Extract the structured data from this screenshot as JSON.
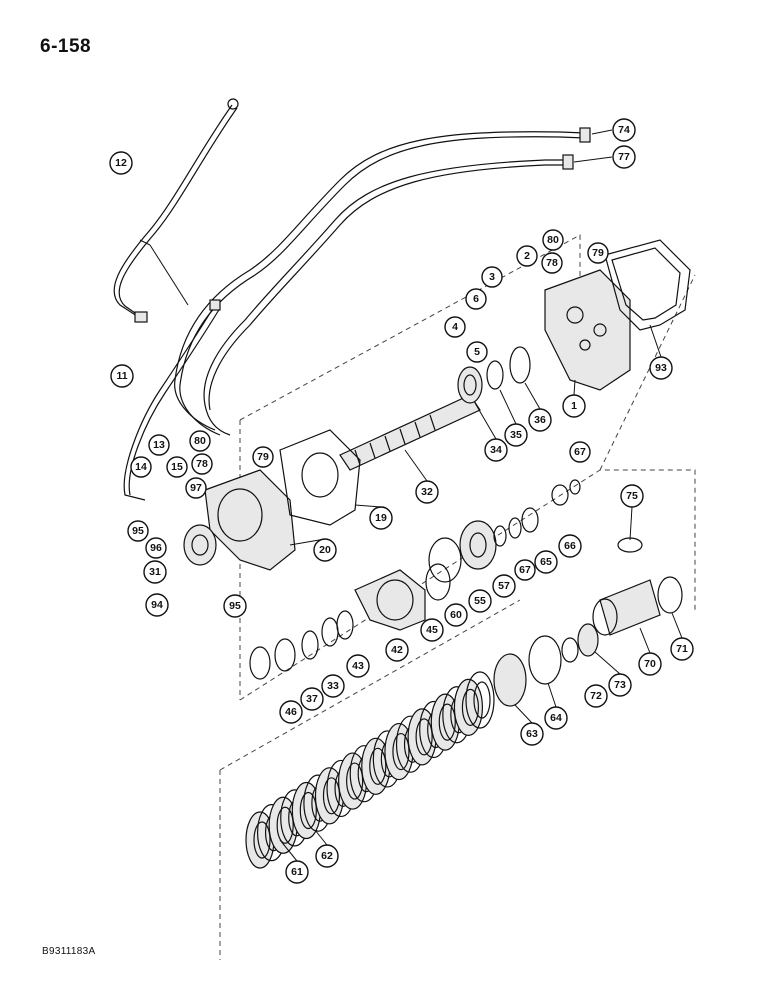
{
  "page": {
    "number": "6-158",
    "figure_code": "B9311183A"
  },
  "callouts": [
    "12",
    "74",
    "77",
    "80",
    "2",
    "78",
    "79",
    "3",
    "6",
    "4",
    "5",
    "11",
    "93",
    "1",
    "36",
    "35",
    "34",
    "80",
    "13",
    "78",
    "79",
    "14",
    "15",
    "32",
    "97",
    "19",
    "95",
    "96",
    "20",
    "31",
    "67",
    "75",
    "94",
    "95",
    "66",
    "65",
    "67",
    "57",
    "55",
    "60",
    "45",
    "42",
    "43",
    "33",
    "37",
    "46",
    "71",
    "70",
    "73",
    "72",
    "64",
    "63",
    "62",
    "61"
  ]
}
